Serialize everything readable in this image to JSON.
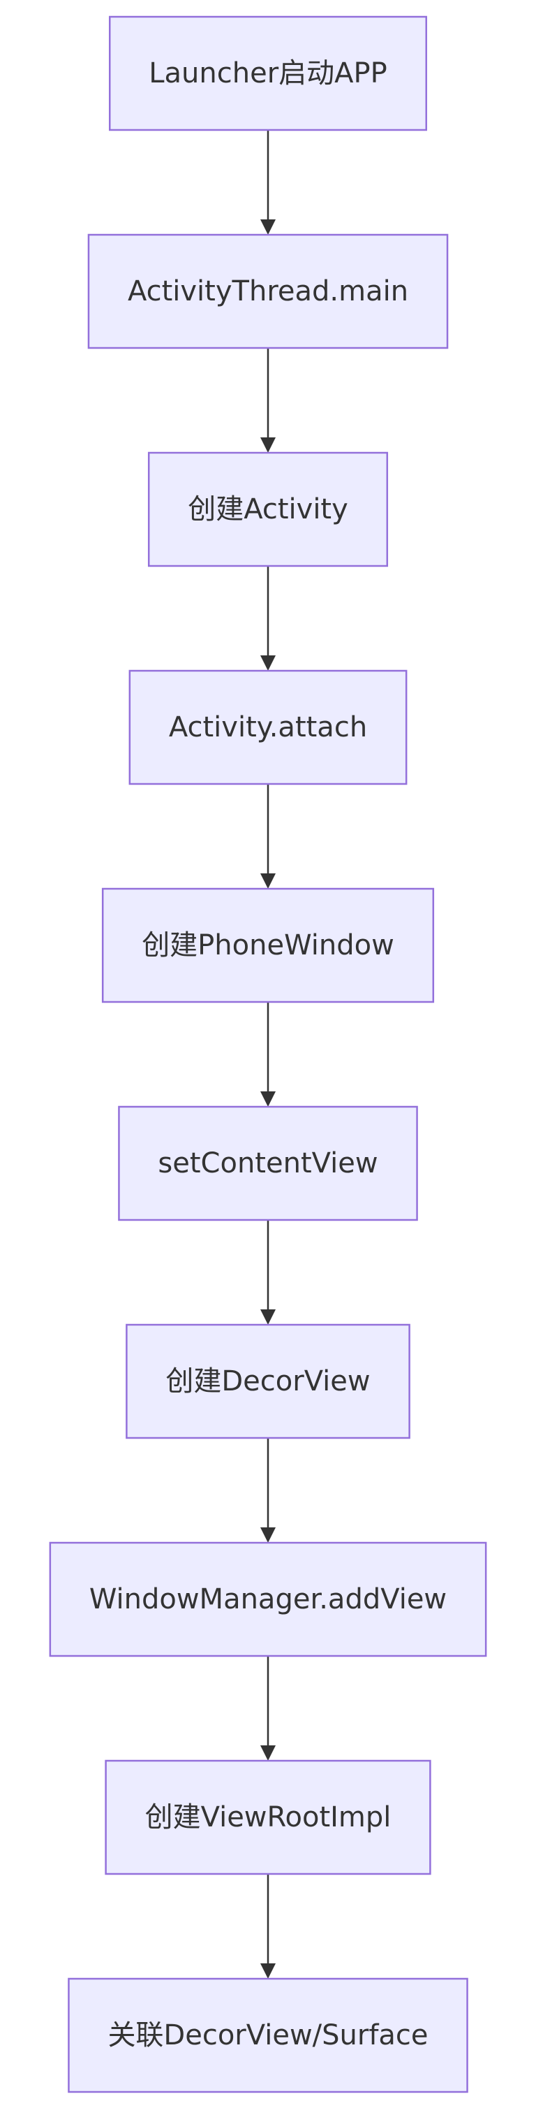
{
  "diagram": {
    "type": "flowchart",
    "direction": "top-to-bottom",
    "colors": {
      "node_fill": "#ECECFF",
      "node_border": "#9370DB",
      "text": "#333333",
      "edge": "#333333",
      "background": "#FFFFFF"
    },
    "nodes": [
      {
        "id": "launcher",
        "label": "Launcher启动APP"
      },
      {
        "id": "activity-thread-main",
        "label": "ActivityThread.main"
      },
      {
        "id": "create-activity",
        "label": "创建Activity"
      },
      {
        "id": "activity-attach",
        "label": "Activity.attach"
      },
      {
        "id": "create-phone-window",
        "label": "创建PhoneWindow"
      },
      {
        "id": "set-content-view",
        "label": "setContentView"
      },
      {
        "id": "create-decor-view",
        "label": "创建DecorView"
      },
      {
        "id": "window-manager-add-view",
        "label": "WindowManager.addView"
      },
      {
        "id": "create-view-root-impl",
        "label": "创建ViewRootImpl"
      },
      {
        "id": "link-decor-view-surface",
        "label": "关联DecorView/Surface"
      }
    ],
    "edges": [
      {
        "from": "launcher",
        "to": "activity-thread-main"
      },
      {
        "from": "activity-thread-main",
        "to": "create-activity"
      },
      {
        "from": "create-activity",
        "to": "activity-attach"
      },
      {
        "from": "activity-attach",
        "to": "create-phone-window"
      },
      {
        "from": "create-phone-window",
        "to": "set-content-view"
      },
      {
        "from": "set-content-view",
        "to": "create-decor-view"
      },
      {
        "from": "create-decor-view",
        "to": "window-manager-add-view"
      },
      {
        "from": "window-manager-add-view",
        "to": "create-view-root-impl"
      },
      {
        "from": "create-view-root-impl",
        "to": "link-decor-view-surface"
      }
    ]
  }
}
